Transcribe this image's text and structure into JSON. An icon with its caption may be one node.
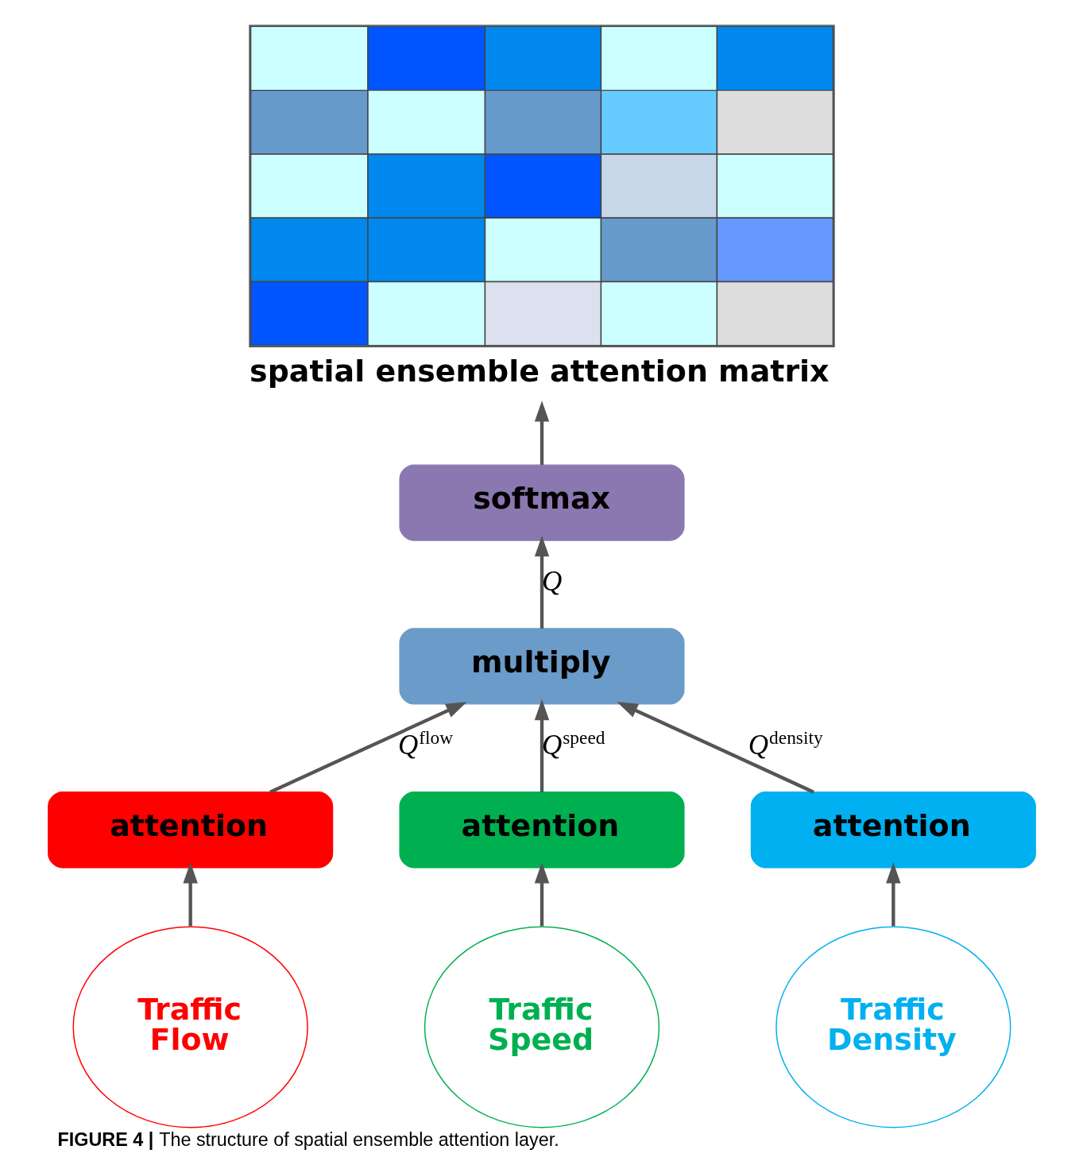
{
  "diagram": {
    "caption": "**FIGURE 4 |** The structure of spatial ensemble attention layer.",
    "nodes": [
      {
        "text": [
          "spatial ensemble attention matrix"
        ]
      },
      {
        "text": [
          "softmax"
        ]
      },
      {
        "text": [
          "multiply"
        ]
      },
      {
        "text": [
          "attention"
        ]
      },
      {
        "text": [
          "attention"
        ]
      },
      {
        "text": [
          "attention"
        ]
      },
      {
        "text": [
          "Traffic Flow"
        ]
      },
      {
        "text": [
          "Traffic Speed"
        ]
      },
      {
        "text": [
          "Traffic Density"
        ]
      }
    ],
    "edges": [
      {
        "from": 1,
        "to": 0,
        "arrow": "to"
      },
      {
        "from": 2,
        "to": 1,
        "arrow": "to",
        "label": "Q"
      },
      {
        "from": 3,
        "to": 2,
        "arrow": "to",
        "label": "Q$^{flow}$"
      },
      {
        "from": 4,
        "to": 2,
        "arrow": "to",
        "label": "Q$^{speed}$"
      },
      {
        "from": 5,
        "to": 2,
        "arrow": "to",
        "label": "Q$^{density}$"
      },
      {
        "from": 6,
        "to": 3,
        "arrow": "to"
      },
      {
        "from": 7,
        "to": 4,
        "arrow": "to"
      },
      {
        "from": 8,
        "to": 5,
        "arrow": "to"
      }
    ]
  }
}
